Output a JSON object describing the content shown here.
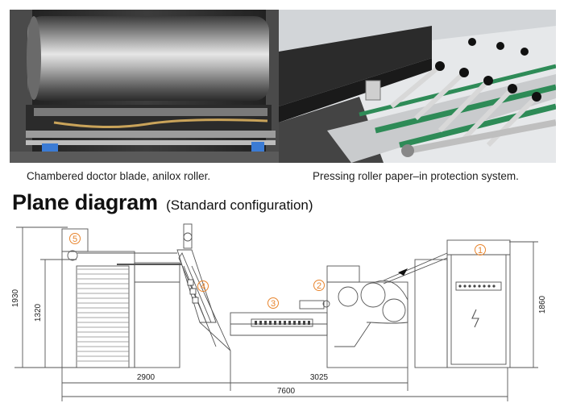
{
  "photos": [
    {
      "caption": "Chambered doctor blade, anilox roller."
    },
    {
      "caption": "Pressing roller paper–in protection system."
    }
  ],
  "plane_diagram": {
    "title": "Plane diagram",
    "subtitle": "(Standard configuration)",
    "dimensions": {
      "overall_height": "1930",
      "section_height": "1320",
      "feeder_height": "1860",
      "length_left": "2900",
      "length_right": "3025",
      "total_length": "7600"
    },
    "unit_markers": [
      "1",
      "2",
      "3",
      "4",
      "5"
    ],
    "colors": {
      "unit_marker": "#e8842c",
      "line": "#555555"
    }
  }
}
